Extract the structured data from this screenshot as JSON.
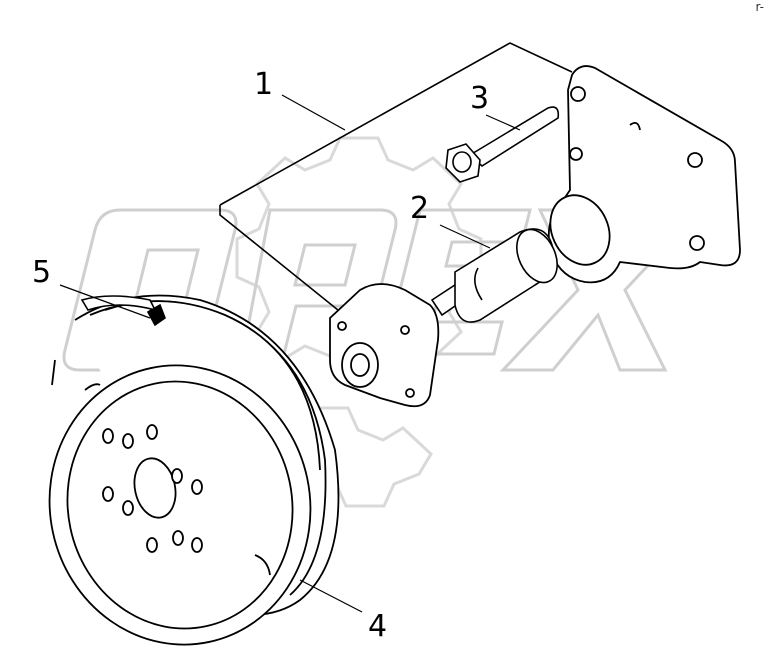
{
  "callouts": {
    "label_1": "1",
    "label_2": "2",
    "label_3": "3",
    "label_4": "4",
    "label_5": "5"
  },
  "watermark": {
    "text": "OPEX"
  },
  "corner_mark": "r-"
}
